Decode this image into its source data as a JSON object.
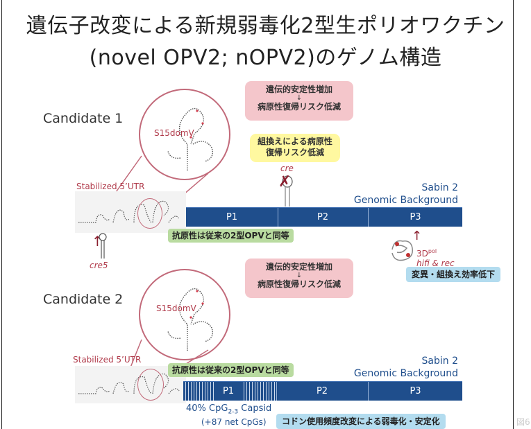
{
  "title_line1": "遺伝子改変による新規弱毒化2型生ポリオワクチン",
  "title_line2": "(novel OPV2; nOPV2)のゲノム構造",
  "candidate1": {
    "label": "Candidate 1",
    "circle_label": "S15domV",
    "utr_label": "Stabilized 5’UTR",
    "cre5_label": "cre5",
    "pink_box": [
      "遺伝的安定性増加",
      "↓",
      "病原性復帰リスク低減"
    ],
    "yellow_box": [
      "組換えによる病原性",
      "復帰リスク低減"
    ],
    "cre_label": "cre",
    "background_label": [
      "Sabin 2",
      "Genomic Background"
    ],
    "segments": [
      "P1",
      "P2",
      "P3"
    ],
    "green_box": "抗原性は従来の2型OPVと同等",
    "polymerase_label": "3D",
    "polymerase_sup": "pol",
    "polymerase_sub": "hifi & rec",
    "blue_box": "変異・組換え効率低下"
  },
  "candidate2": {
    "label": "Candidate 2",
    "circle_label": "S15domV",
    "utr_label": "Stabilized 5’UTR",
    "pink_box": [
      "遺伝的安定性増加",
      "↓",
      "病原性復帰リスク低減"
    ],
    "green_box": "抗原性は従来の2型OPVと同等",
    "background_label": [
      "Sabin 2",
      "Genomic Background"
    ],
    "segments": [
      "P1",
      "P2",
      "P3"
    ],
    "capsid_label_main": "40% CpG",
    "capsid_label_sub": "2-3",
    "capsid_label_tail": " Capsid",
    "capsid_note": "(+87 net CpGs)",
    "blue_box": "コドン使用頻度改変による弱毒化・安定化"
  },
  "figure_tag": "図6",
  "colors": {
    "genome_bar": "#1f4e8c",
    "pink": "#f4c6cb",
    "yellow": "#fff8a0",
    "green": "#b9dba0",
    "blue": "#b3dcef",
    "circle": "#c26a7a"
  }
}
